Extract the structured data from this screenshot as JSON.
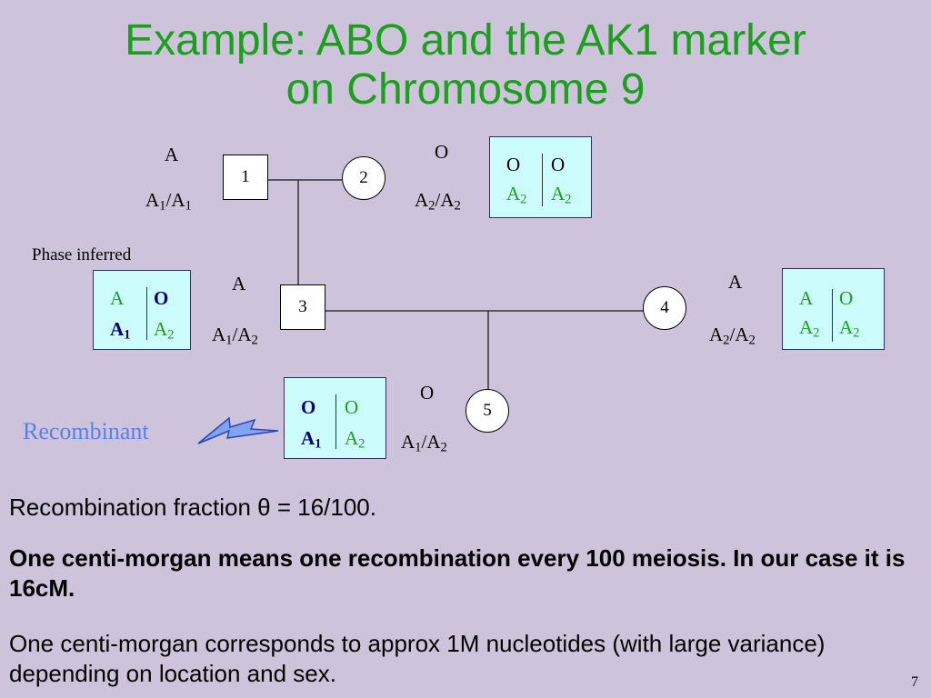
{
  "title_line1": "Example: ABO and the AK1 marker",
  "title_line2": "on Chromosome 9",
  "individuals": {
    "p1": {
      "id": "1",
      "phenotype": "A",
      "genotype_base": "A",
      "genotype_sub1": "1",
      "genotype_sep": "/",
      "genotype_sub2": "1"
    },
    "p2": {
      "id": "2",
      "phenotype": "O",
      "genotype_base": "A",
      "genotype_sub1": "2",
      "genotype_sep": "/",
      "genotype_sub2": "2"
    },
    "p3": {
      "id": "3",
      "phenotype": "A",
      "genotype_sub1": "1",
      "genotype_sub2": "2"
    },
    "p4": {
      "id": "4",
      "phenotype": "A",
      "genotype_sub1": "2",
      "genotype_sub2": "2"
    },
    "p5": {
      "id": "5",
      "phenotype": "O",
      "genotype_sub1": "1",
      "genotype_sub2": "2"
    }
  },
  "haplotypes": {
    "h2": {
      "l1": "O",
      "r1": "O",
      "l2": "A",
      "l2sub": "2",
      "r2": "A",
      "r2sub": "2"
    },
    "h3": {
      "l1": "A",
      "r1": "O",
      "l2": "A",
      "l2sub": "1",
      "r2": "A",
      "r2sub": "2"
    },
    "h4": {
      "l1": "A",
      "r1": "O",
      "l2": "A",
      "l2sub": "2",
      "r2": "A",
      "r2sub": "2"
    },
    "h5": {
      "l1": "O",
      "r1": "O",
      "l2": "A",
      "l2sub": "1",
      "r2": "A",
      "r2sub": "2"
    }
  },
  "phase_inferred": "Phase inferred",
  "recombinant": "Recombinant",
  "text1": "Recombination fraction θ = 16/100.",
  "text2": "One centi-morgan means one recombination every 100 meiosis. In our case it is 16cM.",
  "text3": "One centi-morgan corresponds to approx 1M nucleotides (with large variance) depending on location and sex.",
  "page_number": "7",
  "colors": {
    "background": "#cdc4dc",
    "title": "#1aa01a",
    "box": "#ccfcfc",
    "recombinant": "#5a7fe8",
    "bold_allele": "#00007a"
  }
}
